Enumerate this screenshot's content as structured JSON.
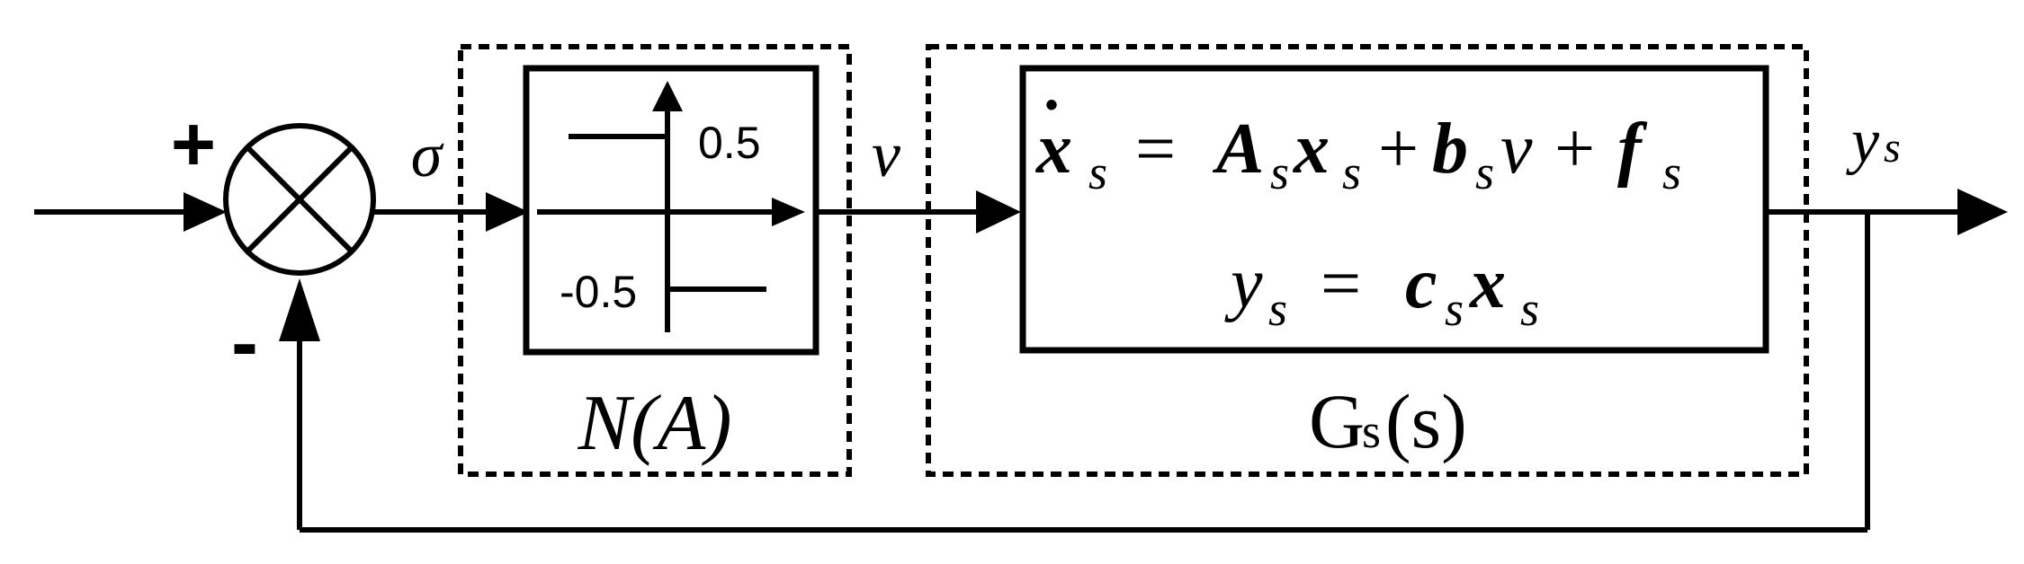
{
  "colors": {
    "stroke": "#000000",
    "background": "#ffffff"
  },
  "summing_junction": {
    "plus_sign": "+",
    "minus_sign": "-"
  },
  "signals": {
    "sigma": "σ",
    "v": "v",
    "ys_main": "y",
    "ys_sub": "s"
  },
  "nonlinearity": {
    "upper_level_label": "0.5",
    "lower_level_label": "-0.5",
    "caption": "N(A)"
  },
  "plant": {
    "caption_main": "G",
    "caption_sub": "s",
    "caption_arg": "(s)",
    "eq1": {
      "xdot": "x",
      "dot": "•",
      "s1": "s",
      "equals": "=",
      "A": "A",
      "sA": "s",
      "x2": "x",
      "s2": "s",
      "plus1": "+",
      "b": "b",
      "sb": "s",
      "v": "v",
      "plus2": "+",
      "f": "f",
      "sf": "s"
    },
    "eq2": {
      "y": "y",
      "sy": "s",
      "equals": "=",
      "c": "c",
      "sc": "s",
      "x": "x",
      "sx": "s"
    }
  }
}
